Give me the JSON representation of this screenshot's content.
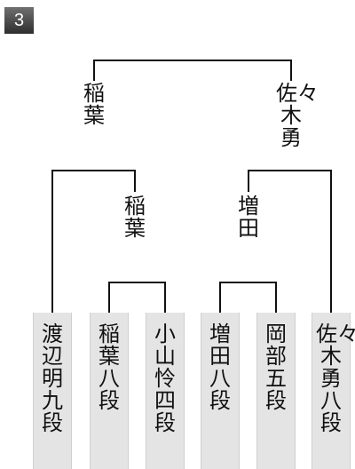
{
  "round_number": "3",
  "final": {
    "left_winner": "稲葉",
    "right_winner": "佐々木勇"
  },
  "semifinal": {
    "left_winner": "稲葉",
    "right_winner": "増田"
  },
  "players": [
    {
      "name": "渡辺明九段"
    },
    {
      "name": "稲葉八段"
    },
    {
      "name": "小山怜四段"
    },
    {
      "name": "増田八段"
    },
    {
      "name": "岡部五段"
    },
    {
      "name": "佐々木勇八段"
    }
  ]
}
